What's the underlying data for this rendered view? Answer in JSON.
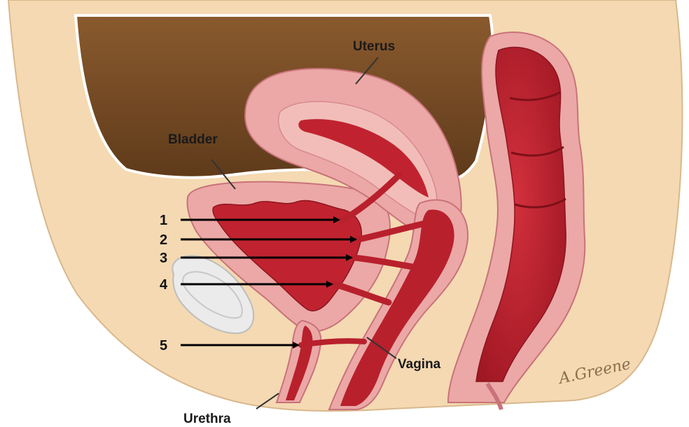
{
  "labels": {
    "uterus": "Uterus",
    "bladder": "Bladder",
    "vagina": "Vagina",
    "urethra": "Urethra"
  },
  "fistula_markers": [
    "1",
    "2",
    "3",
    "4",
    "5"
  ],
  "signature": "A.Greene",
  "colors": {
    "skin": "#f4d9b2",
    "cavity": "#7a5028",
    "tissue_pink": "#e8a3a0",
    "tissue_red": "#b8202c",
    "pubic_bone": "#e6e6e6",
    "arrow": "#000000"
  }
}
